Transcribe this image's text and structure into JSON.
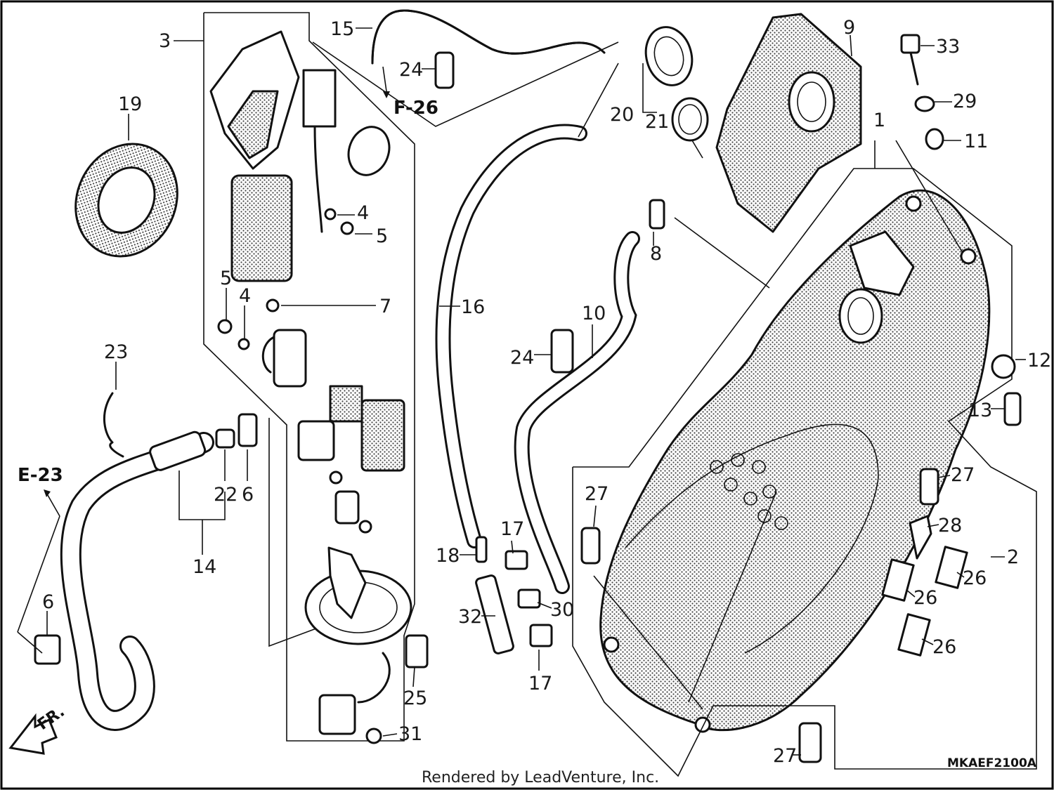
{
  "callouts": {
    "n1": "1",
    "n2": "2",
    "n3": "3",
    "n4a": "4",
    "n4b": "4",
    "n5a": "5",
    "n5b": "5",
    "n6a": "6",
    "n6b": "6",
    "n7": "7",
    "n8": "8",
    "n9": "9",
    "n10": "10",
    "n11": "11",
    "n12": "12",
    "n13": "13",
    "n14": "14",
    "n15": "15",
    "n16": "16",
    "n17a": "17",
    "n17b": "17",
    "n18": "18",
    "n19": "19",
    "n20": "20",
    "n21": "21",
    "n22": "22",
    "n23": "23",
    "n24a": "24",
    "n24b": "24",
    "n25": "25",
    "n26a": "26",
    "n26b": "26",
    "n26c": "26",
    "n27a": "27",
    "n27b": "27",
    "n27c": "27",
    "n28": "28",
    "n29": "29",
    "n30": "30",
    "n31": "31",
    "n32": "32",
    "n33": "33"
  },
  "references": {
    "f26": "F-26",
    "e23": "E-23",
    "front": "FR."
  },
  "diagram_code": "MKAEF2100A",
  "footer_text": "Rendered by LeadVenture, Inc.",
  "colors": {
    "line": "#111111",
    "background": "#ffffff"
  }
}
